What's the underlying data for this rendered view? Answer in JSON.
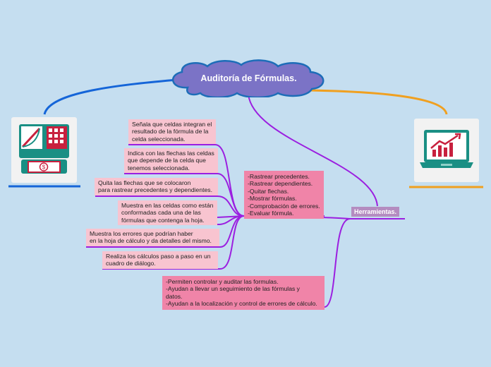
{
  "title": "Auditoría de Fórmulas.",
  "tools_label": "Herramientas.",
  "tools_list": "-Rastrear precedentes.\n-Rastrear dependientes.\n-Quitar flechas.\n-Mostrar fórmulas.\n-Comprobación de errores.\n-Evaluar fórmula.",
  "descriptions": [
    "Señala que celdas integran el\nresultado de la fórmula de la\nceldа seleccionada.",
    "Indica con las flechas las celdas\nque depende de la celda que\ntenemos seleccionada.",
    "Quita las flechas que se colocaron\npara rastrear precedentes y dependientes.",
    "Muestra en las celdas como están\nconformadas cada una de las\nfórmulas que contenga la hoja.",
    "Muestra los errores que podrían haber\nen la hoja de cálculo y da detalles del mismo.",
    "Realiza los cálculos paso a paso en un\ncuadro de diálogo."
  ],
  "purpose": "-Permiten controlar y auditar las formulas.\n-Ayudan a llevar un seguimiento de las fórmulas y\ndatos.\n-Ayudan a la localización y control de errores de cálculo.",
  "icons": {
    "left": "finance-spreadsheet-icon",
    "right": "growth-chart-monitor-icon"
  },
  "colors": {
    "cloud": "#7b73c6",
    "cloud_border": "#1d6db8",
    "branch": "#9b1fe0",
    "left_line": "#1565d8",
    "right_line": "#f0a020",
    "pink": "#f084a8",
    "pink_light": "#f8c4d0",
    "tools": "#b48cc0",
    "background": "#c5def0"
  }
}
